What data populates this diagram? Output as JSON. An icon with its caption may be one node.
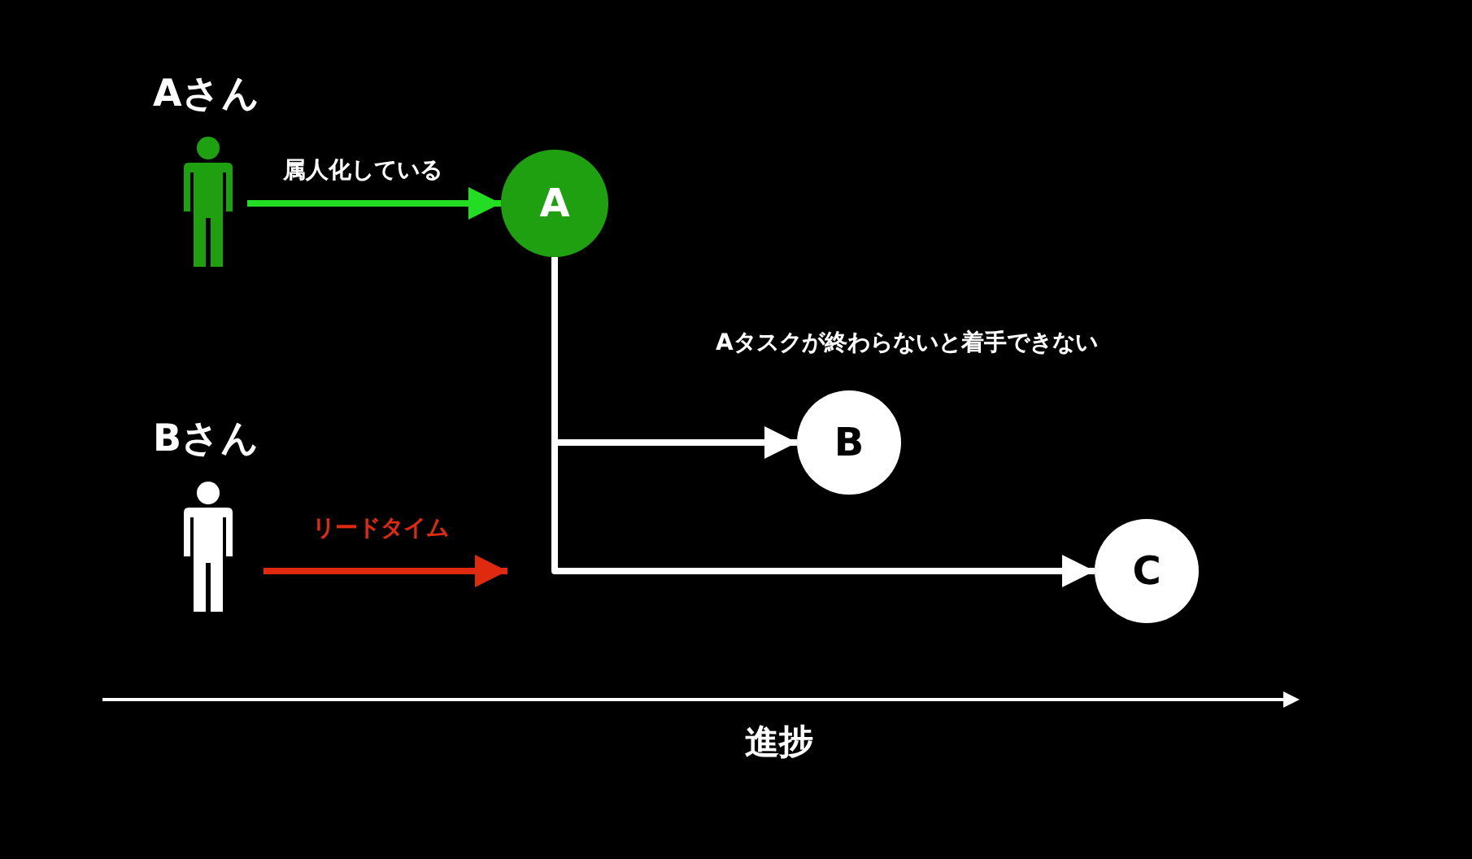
{
  "diagram": {
    "nodes": [
      {
        "text": [
          "Aさん"
        ]
      },
      {
        "text": [
          "A"
        ]
      },
      {
        "text": [
          "Bさん"
        ]
      },
      {
        "text": [
          "B"
        ]
      },
      {
        "text": [
          "C"
        ]
      }
    ],
    "edges": [
      {
        "from": 0,
        "to": 1,
        "arrow": "to",
        "label": "属人化している",
        "color": "#22dd22"
      },
      {
        "from": 1,
        "to": 3,
        "arrow": "to"
      },
      {
        "from": 1,
        "to": 4,
        "arrow": "to"
      },
      {
        "from": 2,
        "to": null,
        "arrow": "to",
        "label": "リードタイム",
        "color": "#e02a10"
      }
    ],
    "labels": [
      "Aタスクが終わらないと着手できない",
      "進捗"
    ]
  }
}
